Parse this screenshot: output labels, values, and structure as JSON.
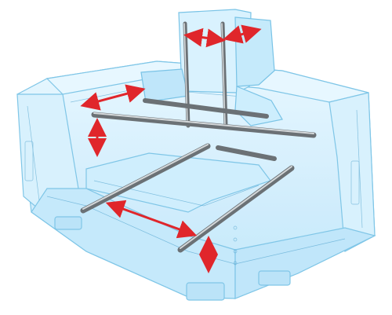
{
  "diagram": {
    "colors": {
      "background": "#ffffff",
      "housing_fill": "#cdeefd",
      "housing_fill_light": "#e6f7ff",
      "housing_stroke": "#79c3e6",
      "housing_stroke_dark": "#4a9fcb",
      "rod_fill": "#9aa0a4",
      "rod_highlight": "#d4d8da",
      "rod_shadow": "#6b7175",
      "arrow": "#e0262b"
    },
    "rods": [
      {
        "id": "rear-crossbar",
        "label": ""
      },
      {
        "id": "front-crossbar",
        "label": ""
      },
      {
        "id": "left-rail",
        "label": ""
      },
      {
        "id": "right-rail",
        "label": ""
      },
      {
        "id": "head-guide-left",
        "label": ""
      },
      {
        "id": "head-guide-right",
        "label": ""
      }
    ],
    "motion_arrows": [
      {
        "id": "head-x",
        "direction": "horizontal"
      },
      {
        "id": "head-y",
        "direction": "diagonal"
      },
      {
        "id": "rear-y",
        "direction": "diagonal"
      },
      {
        "id": "left-z",
        "direction": "vertical"
      },
      {
        "id": "front-x",
        "direction": "diagonal"
      },
      {
        "id": "right-z",
        "direction": "vertical"
      }
    ]
  }
}
